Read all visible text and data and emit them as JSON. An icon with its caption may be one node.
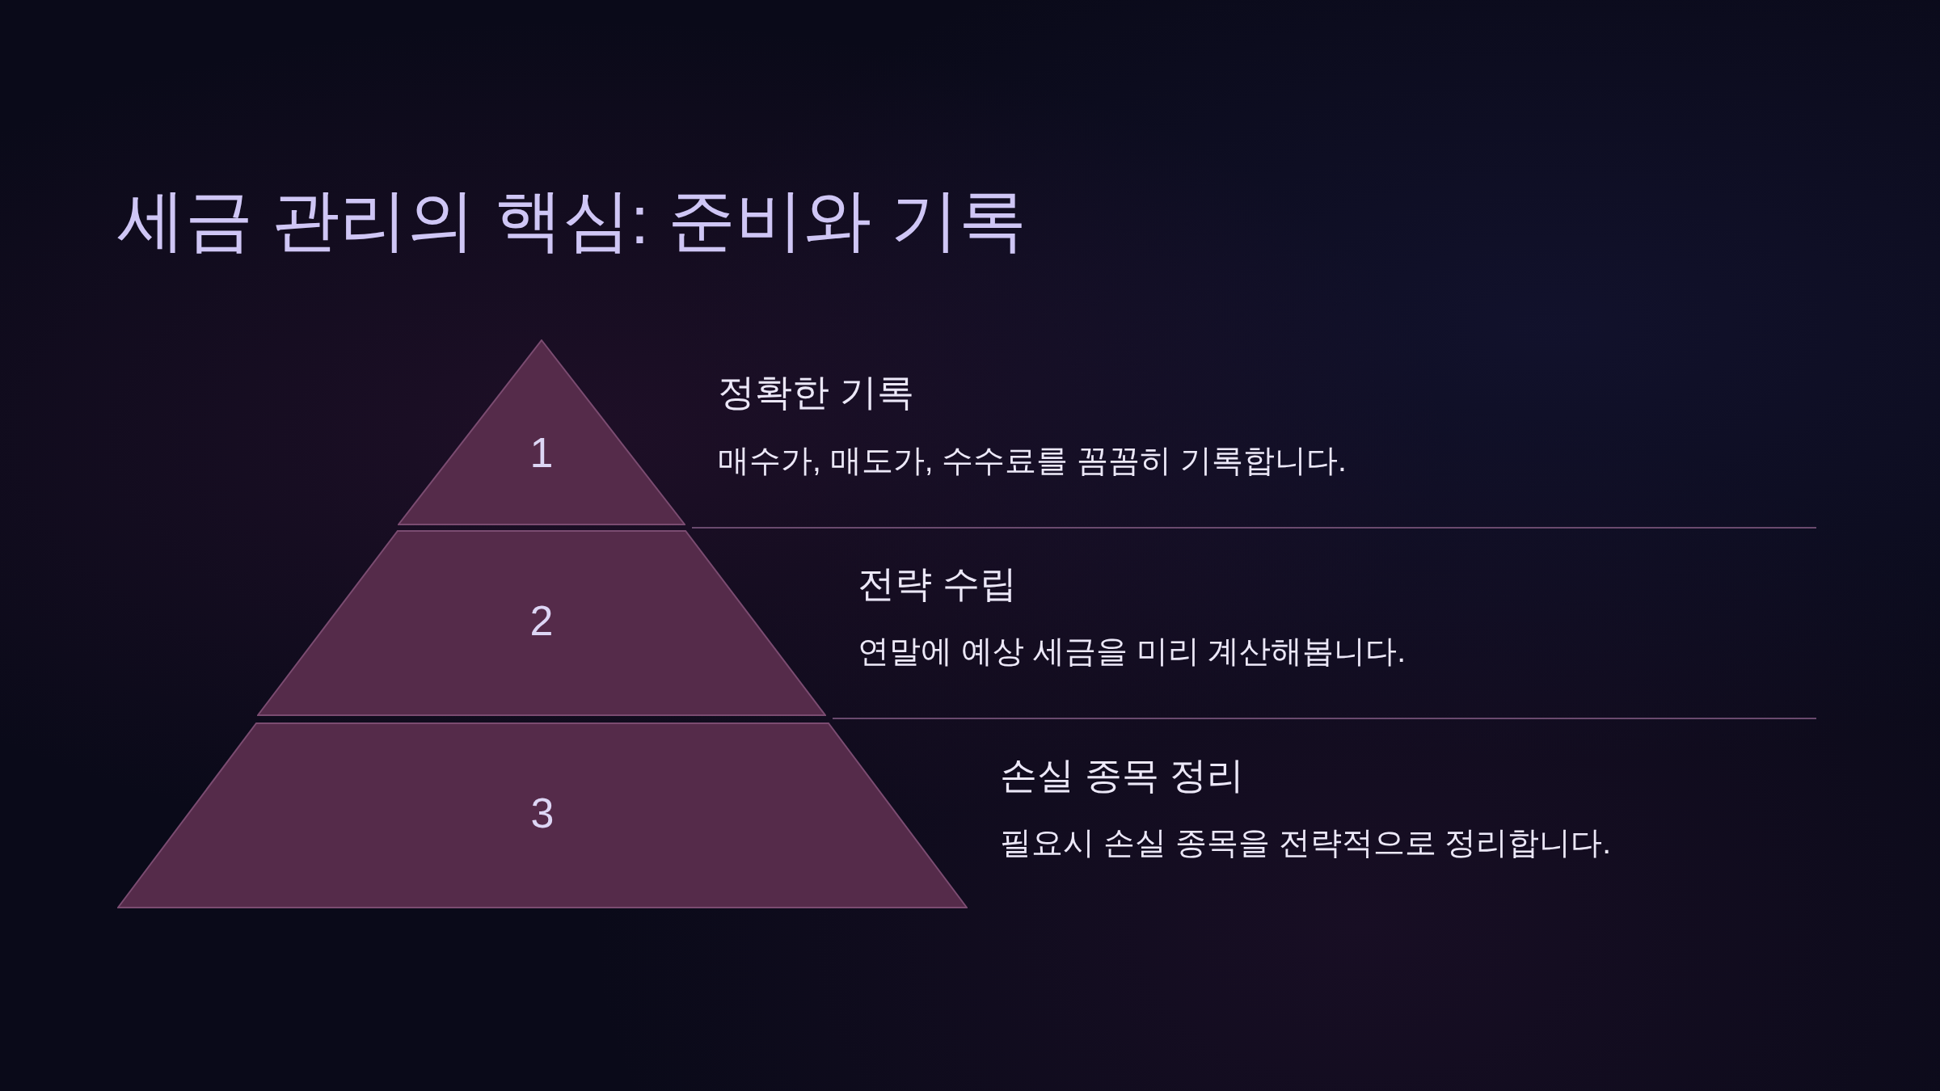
{
  "diagram": {
    "title": "세금 관리의 핵심: 준비와 기록",
    "nodes": [
      {
        "text": [
          "1"
        ],
        "beside": [
          "정확한 기록",
          "매수가, 매도가, 수수료를 꼼꼼히 기록합니다."
        ]
      },
      {
        "text": [
          "2"
        ],
        "beside": [
          "전략 수립",
          "연말에 예상 세금을 미리 계산해봅니다."
        ]
      },
      {
        "text": [
          "3"
        ],
        "beside": [
          "손실 종목 정리",
          "필요시 손실 종목을 전략적으로 정리합니다."
        ]
      }
    ]
  }
}
